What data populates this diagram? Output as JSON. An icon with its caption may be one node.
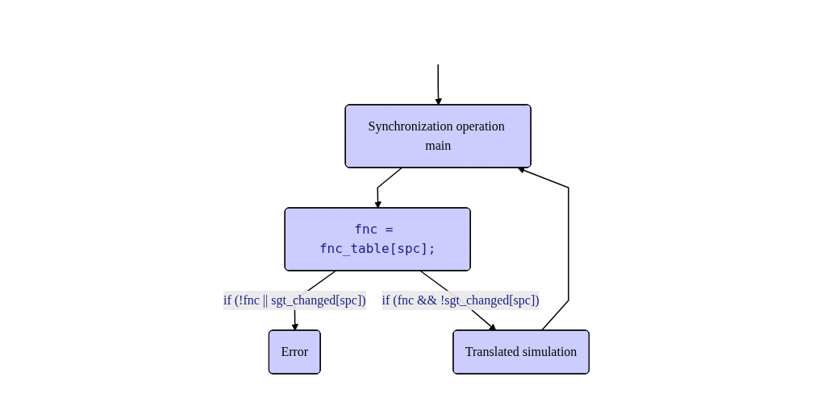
{
  "diagram": {
    "nodes": [
      {
        "text": [
          "Synchronization operation main"
        ]
      },
      {
        "text": [
          "fnc = fnc_table[spc];"
        ]
      },
      {
        "text": [
          "Error"
        ]
      },
      {
        "text": [
          "Translated simulation"
        ]
      }
    ],
    "edges": [
      {
        "from": null,
        "to": 0,
        "arrow": "to"
      },
      {
        "from": 0,
        "to": 1,
        "arrow": "to"
      },
      {
        "from": 1,
        "to": 2,
        "arrow": "to",
        "label": "if (!fnc || sgt_changed[spc])"
      },
      {
        "from": 1,
        "to": 3,
        "arrow": "to",
        "label": "if (fnc && !sgt_changed[spc])"
      },
      {
        "from": 3,
        "to": 0,
        "arrow": "to"
      }
    ]
  }
}
